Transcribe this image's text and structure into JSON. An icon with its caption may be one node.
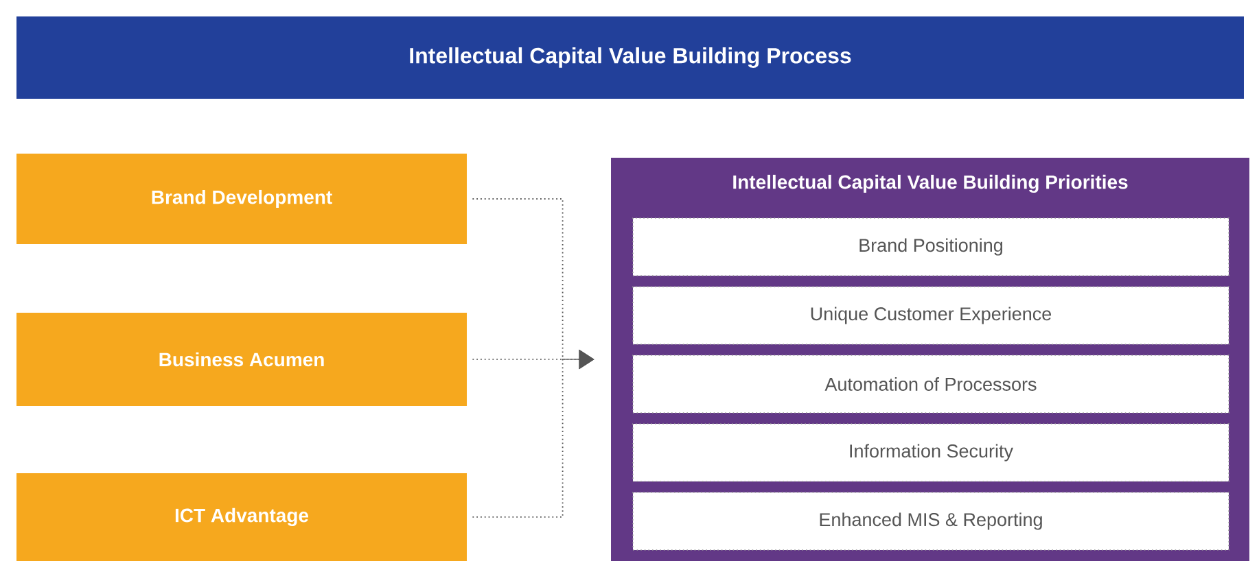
{
  "diagram": {
    "title": "Intellectual Capital Value Building Process",
    "nodes": [
      {
        "text": [
          "Brand Development"
        ]
      },
      {
        "text": [
          "Business Acumen"
        ]
      },
      {
        "text": [
          "ICT Advantage"
        ]
      },
      {
        "text": [
          "Intellectual Capital Value Building Priorities"
        ]
      },
      {
        "text": [
          "Brand Positioning"
        ],
        "in": 3
      },
      {
        "text": [
          "Unique Customer Experience"
        ],
        "in": 3
      },
      {
        "text": [
          "Automation of Processors"
        ],
        "in": 3
      },
      {
        "text": [
          "Information Security"
        ],
        "in": 3
      },
      {
        "text": [
          "Enhanced MIS & Reporting"
        ],
        "in": 3
      }
    ],
    "edges": [
      {
        "from": 0,
        "to": 3,
        "arrow": "to"
      },
      {
        "from": 1,
        "to": 3,
        "arrow": "to"
      },
      {
        "from": 2,
        "to": 3,
        "arrow": "to"
      }
    ]
  }
}
